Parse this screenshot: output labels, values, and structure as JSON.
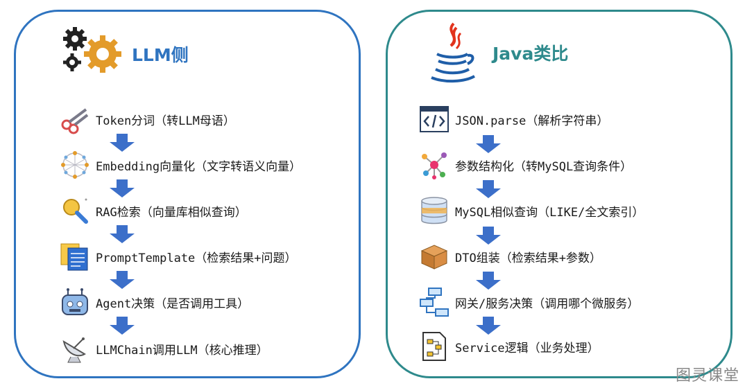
{
  "left": {
    "title": "LLM侧",
    "steps": [
      {
        "label": "Token分词（转LLM母语）",
        "icon": "scissors-icon"
      },
      {
        "label": "Embedding向量化（文字转语义向量）",
        "icon": "network-sphere-icon"
      },
      {
        "label": "RAG检索（向量库相似查询）",
        "icon": "magnifier-icon"
      },
      {
        "label": "PromptTemplate（检索结果+问题）",
        "icon": "documents-icon"
      },
      {
        "label": "Agent决策（是否调用工具）",
        "icon": "robot-icon"
      },
      {
        "label": "LLMChain调用LLM（核心推理）",
        "icon": "satellite-dish-icon"
      }
    ]
  },
  "right": {
    "title": "Java类比",
    "steps": [
      {
        "label": "JSON.parse（解析字符串）",
        "icon": "code-window-icon"
      },
      {
        "label": "参数结构化（转MySQL查询条件）",
        "icon": "molecule-icon"
      },
      {
        "label": "MySQL相似查询（LIKE/全文索引）",
        "icon": "database-icon"
      },
      {
        "label": "DTO组装（检索结果+参数）",
        "icon": "box-icon"
      },
      {
        "label": "网关/服务决策（调用哪个微服务）",
        "icon": "flowchart-icon"
      },
      {
        "label": "Service逻辑（业务处理）",
        "icon": "service-doc-icon"
      }
    ]
  },
  "colors": {
    "left_border": "#2f74c0",
    "right_border": "#2e8a8c",
    "arrow": "#3c6fc9",
    "title": "#2f74c0"
  },
  "watermark": "图灵课堂"
}
